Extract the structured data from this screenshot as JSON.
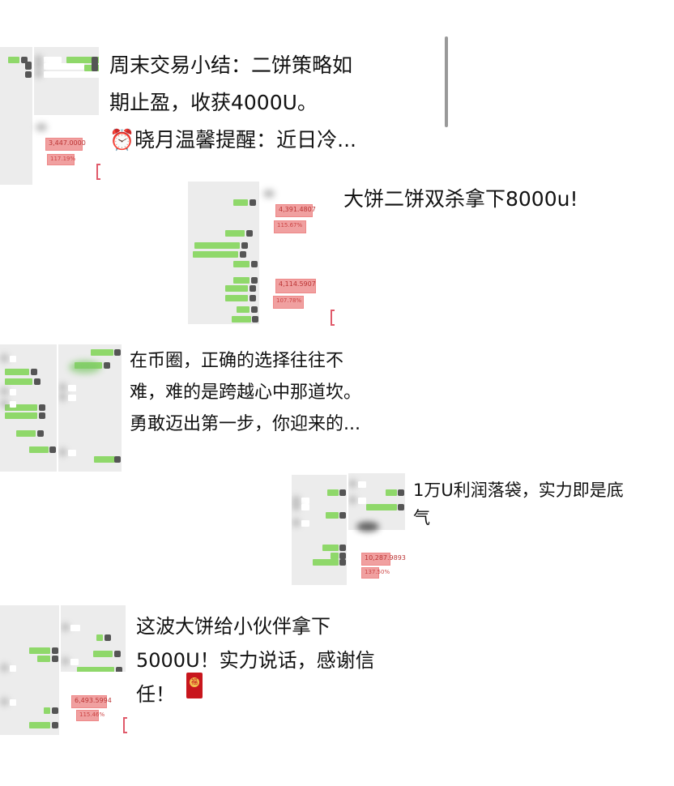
{
  "posts": [
    {
      "caption_lines": [
        "周末交易小结：二饼策略如",
        "期止盈，收获4000U。",
        "晓月温馨提醒：近日冷..."
      ],
      "caption_icon": "alarm-clock-icon",
      "thumb_values": [
        "3,447.0000",
        "117.19%"
      ]
    },
    {
      "caption_lines": [
        "大饼二饼双杀拿下8000u!"
      ],
      "thumb_values": [
        "4,391.4807",
        "115.67%",
        "4,114.5907",
        "107.78%"
      ]
    },
    {
      "caption_lines": [
        "在币圈，正确的选择往往不",
        "难，难的是跨越心中那道坎。",
        "勇敢迈出第一步，你迎来的..."
      ]
    },
    {
      "caption_lines": [
        "1万U利润落袋，实力即是底",
        "气"
      ],
      "thumb_values": [
        "10,287.9893",
        "137.50%"
      ]
    },
    {
      "caption_lines": [
        "这波大饼给小伙伴拿下",
        "5000U！实力说话，感谢信",
        "任！"
      ],
      "caption_icon": "red-envelope-icon",
      "envelope_char": "福",
      "thumb_values": [
        "6,493.5994",
        "115.46%"
      ]
    }
  ]
}
